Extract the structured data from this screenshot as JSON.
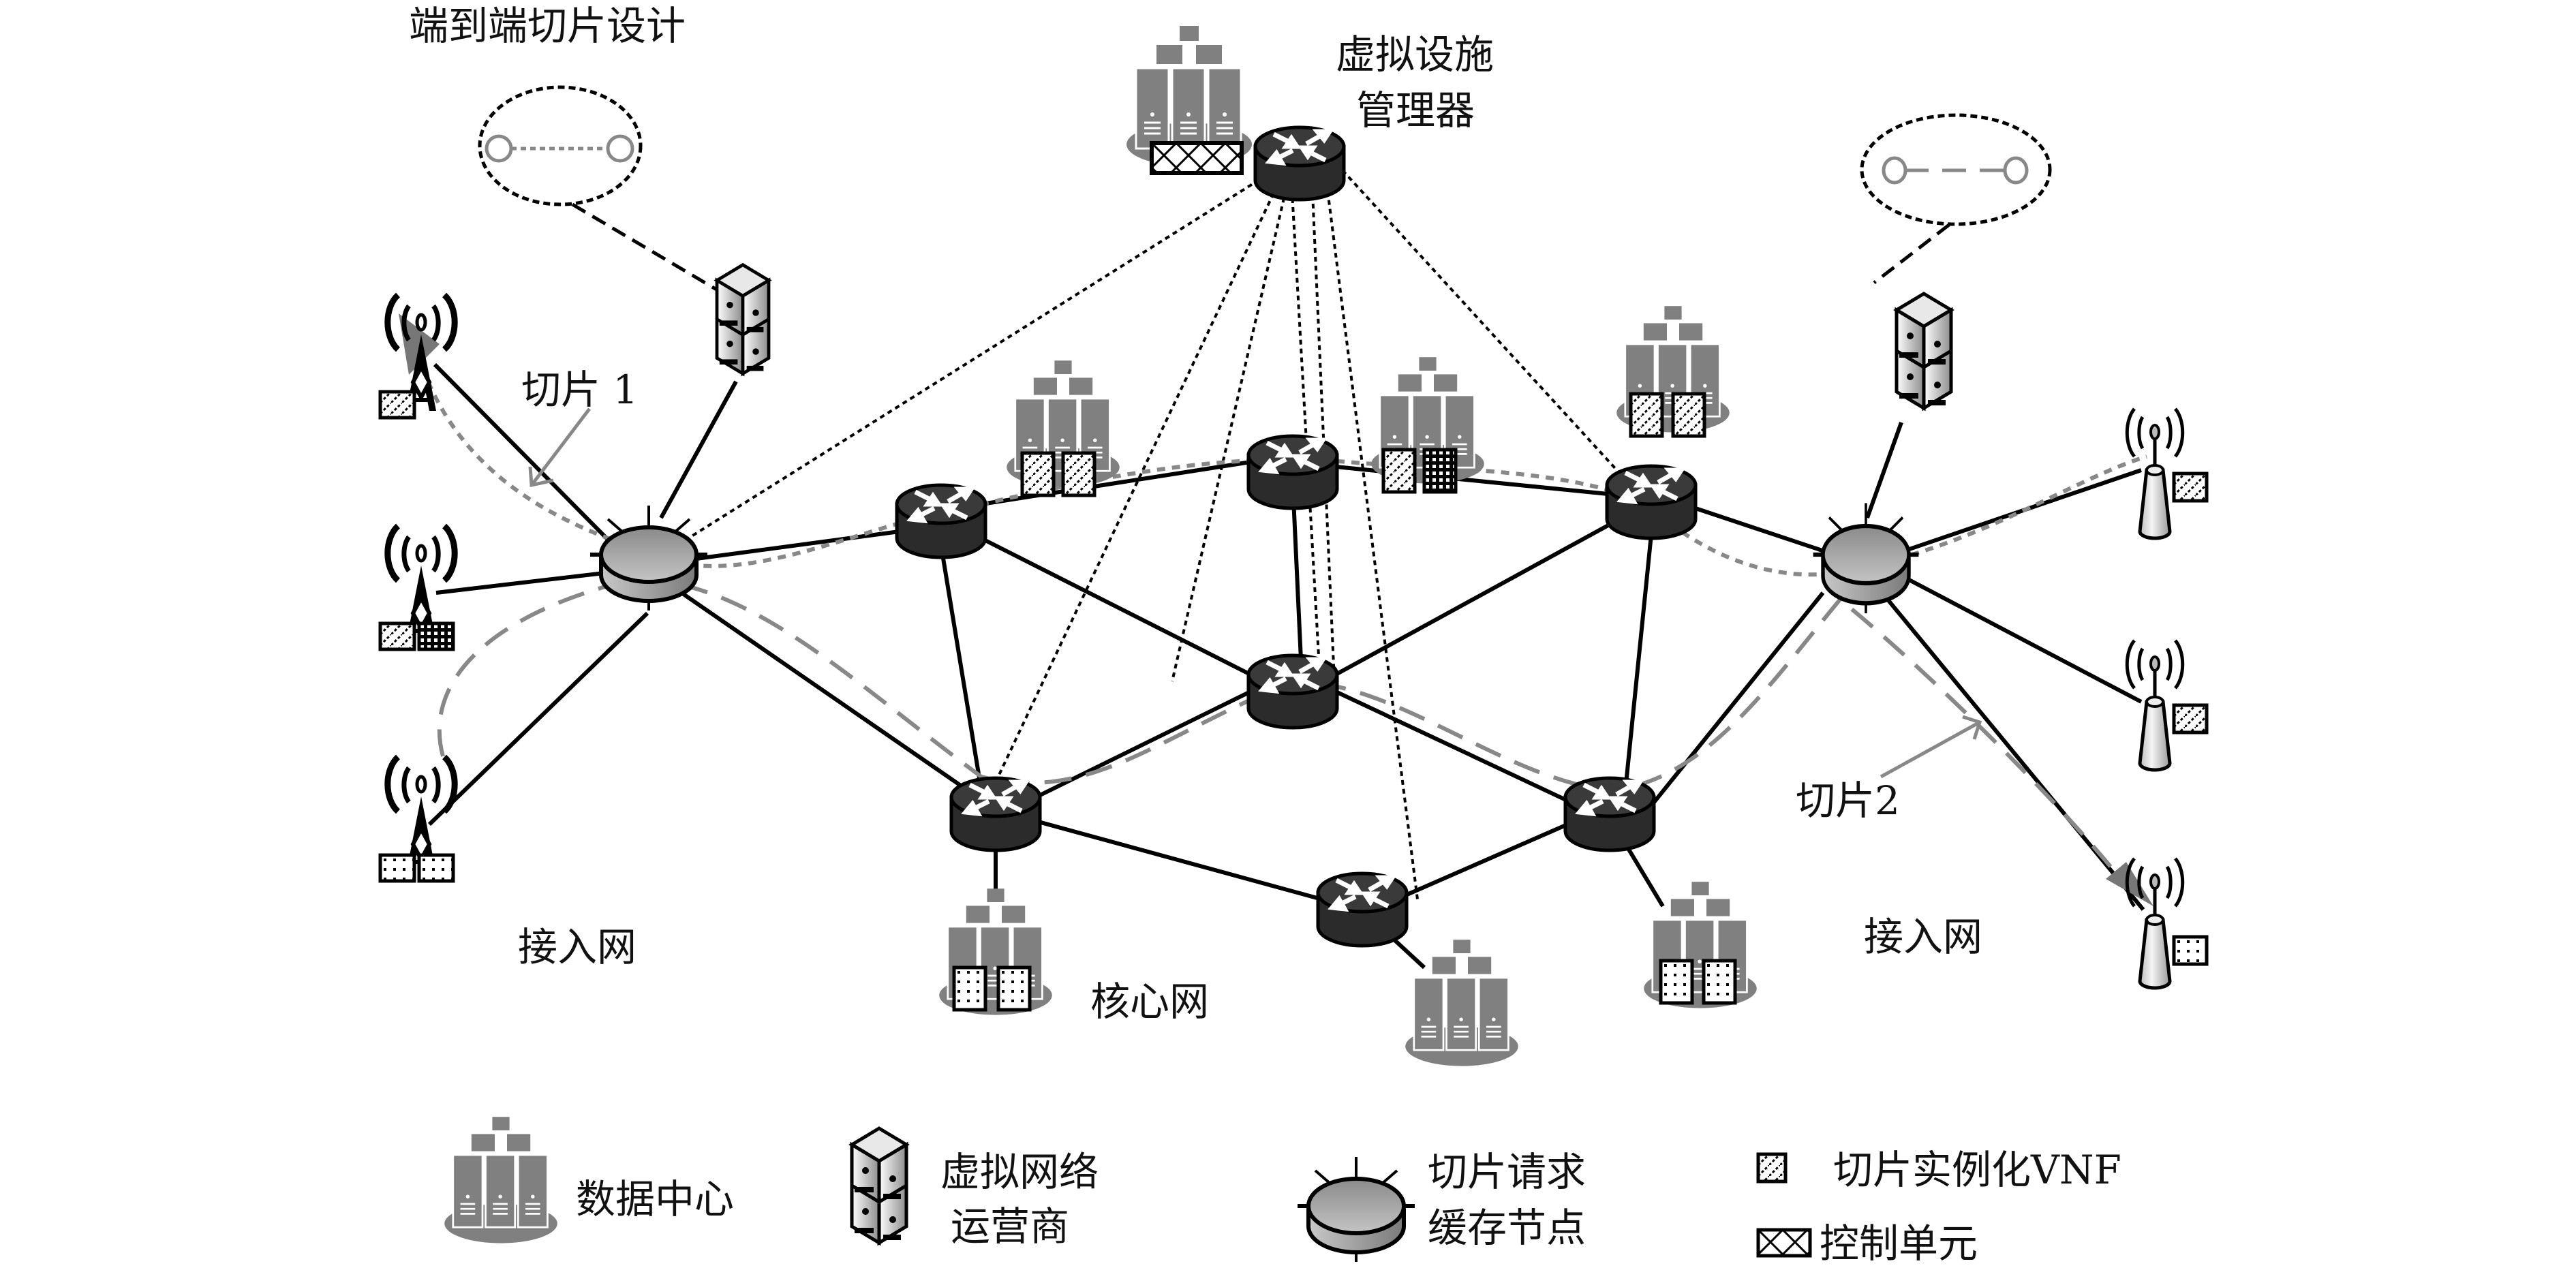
{
  "labels": {
    "e2e_design": "端到端切片设计",
    "vim_line1": "虚拟设施",
    "vim_line2": "管理器",
    "slice1": "切片 1",
    "slice2": "切片2",
    "access_left": "接入网",
    "access_right": "接入网",
    "core": "核心网"
  },
  "legend": {
    "data_center": "数据中心",
    "vno_line1": "虚拟网络",
    "vno_line2": "运营商",
    "cache_line1": "切片请求",
    "cache_line2": "缓存节点",
    "vnf": "切片实例化VNF",
    "control": "控制单元"
  },
  "colors": {
    "router_dark": "#2b2b2b",
    "cache_gray": "#a8a8a8",
    "datacenter_gray": "#808080",
    "slice_line_gray": "#888888",
    "line_black": "#000000"
  }
}
